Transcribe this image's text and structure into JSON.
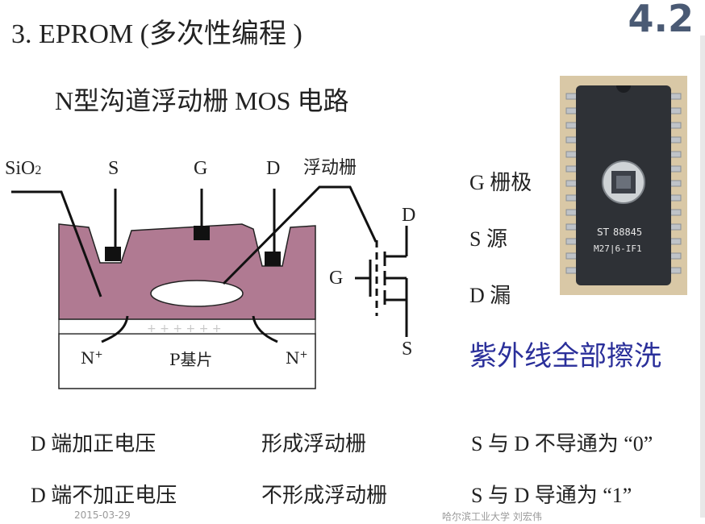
{
  "slide": {
    "title": "3. EPROM (多次性编程 )",
    "number": "4.2",
    "subtitle": "N型沟道浮动栅 MOS 电路"
  },
  "diagram": {
    "label_sio2": "SiO",
    "label_sio2_sub": "2",
    "label_s": "S",
    "label_g": "G",
    "label_d": "D",
    "label_floating_gate": "浮动栅",
    "label_n_left": "N",
    "label_n_right": "N",
    "label_n_sup": "+",
    "label_substrate": "P基片",
    "symbol_d": "D",
    "symbol_g": "G",
    "symbol_s": "S"
  },
  "legend": {
    "g": "G 栅极",
    "s": "S 源",
    "d": "D 漏"
  },
  "uv_erase": "紫外线全部擦洗",
  "chip": {
    "marking_1": "88845",
    "marking_2": "M27|6-IF1"
  },
  "rows": [
    {
      "condition": "D 端加正电压",
      "result": "形成浮动栅",
      "state": "S 与 D 不导通为 “0”"
    },
    {
      "condition": "D 端不加正电压",
      "result": "不形成浮动栅",
      "state": "S 与 D 导通为 “1”"
    }
  ],
  "footer": {
    "date": "2015-03-29",
    "author": "哈尔滨工业大学  刘宏伟"
  },
  "colors": {
    "oxide": "#b07a92",
    "title_number": "#4a5a74",
    "uv_text": "#2a2f9a"
  }
}
